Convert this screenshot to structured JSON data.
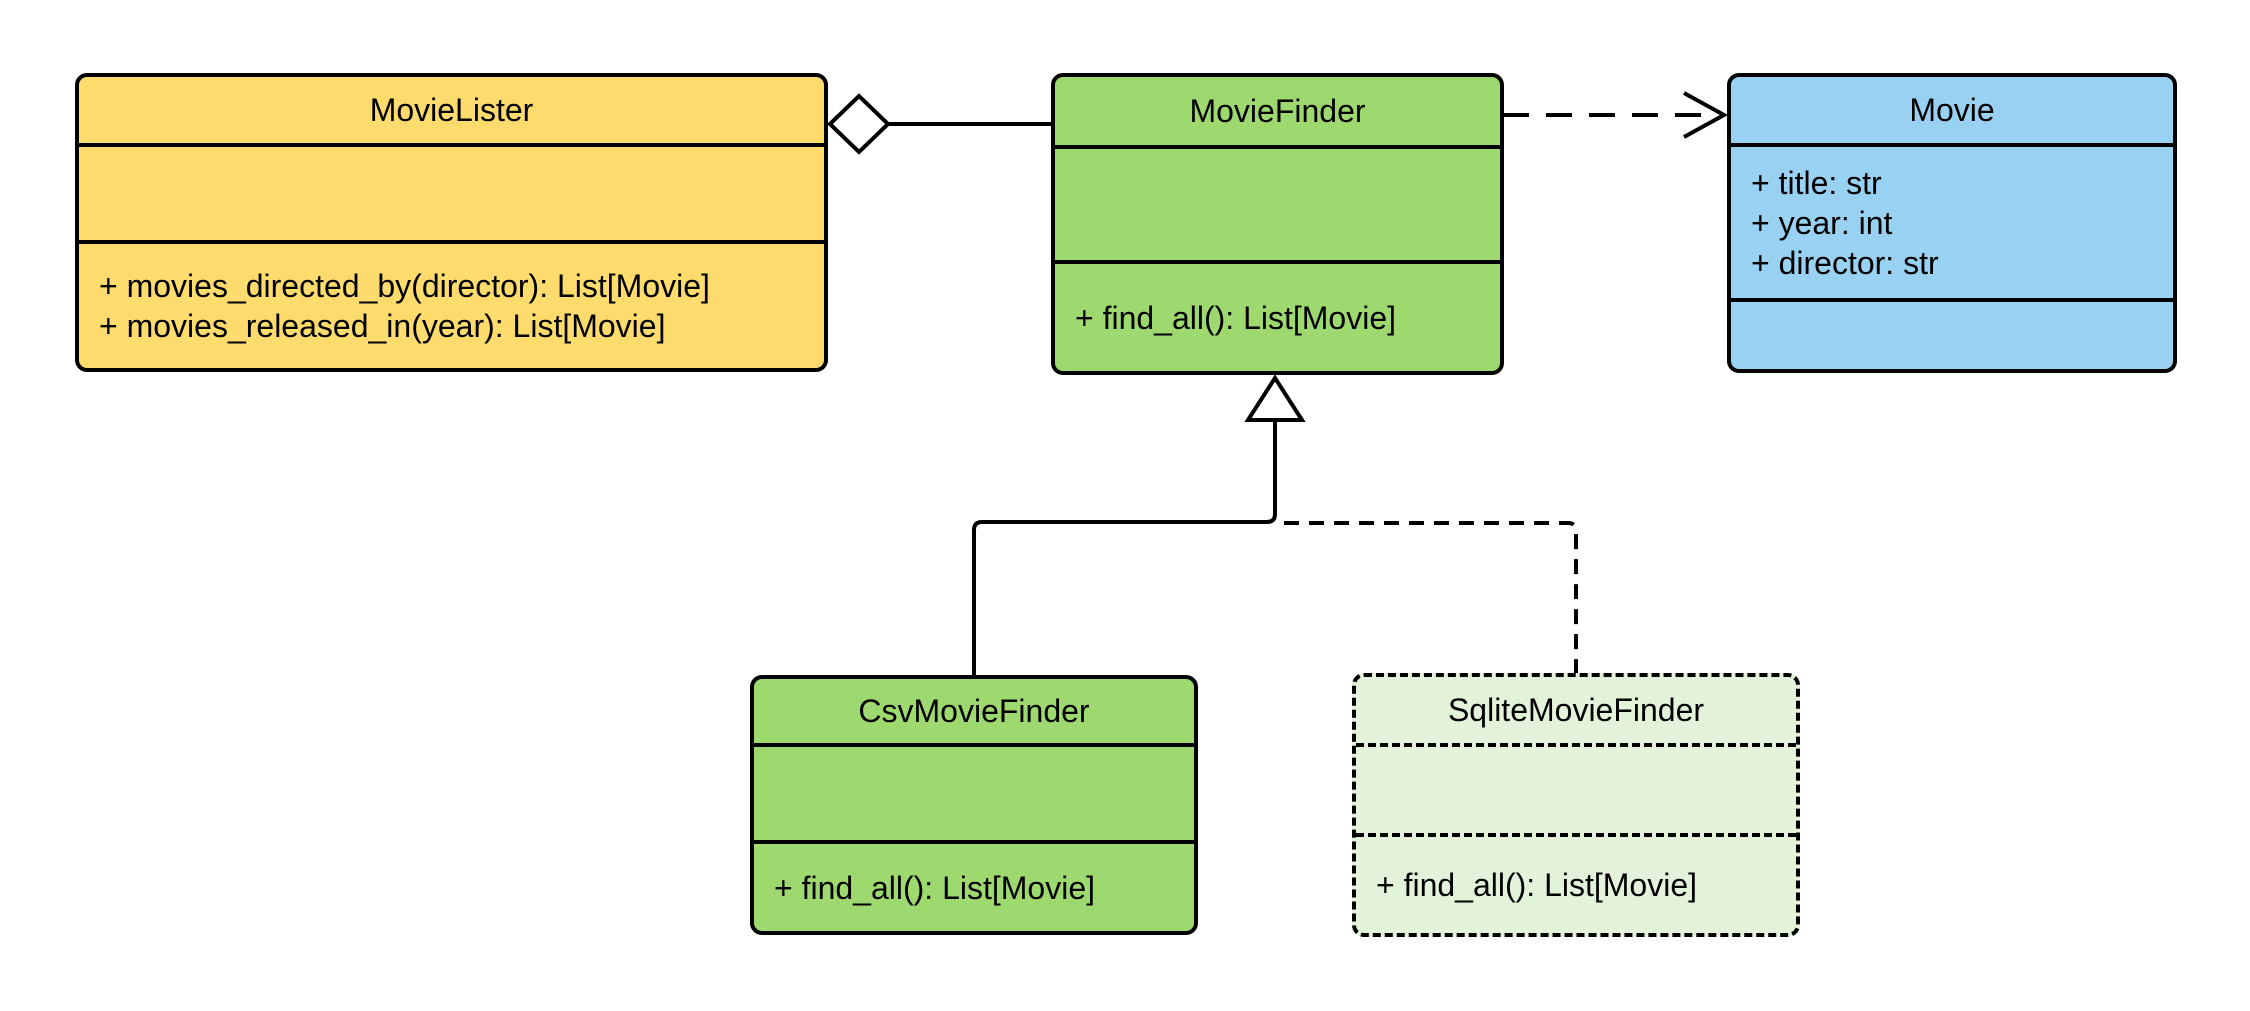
{
  "classes": [
    {
      "name": "MovieLister",
      "attributes": [],
      "methods": [
        "+ movies_directed_by(director): List[Movie]",
        "+ movies_released_in(year): List[Movie]"
      ],
      "fill": "#FDDB6D",
      "border_style": "solid"
    },
    {
      "name": "MovieFinder",
      "attributes": [],
      "methods": [
        "+ find_all(): List[Movie]"
      ],
      "fill": "#9ED96F",
      "border_style": "solid"
    },
    {
      "name": "Movie",
      "attributes": [
        "+ title: str",
        "+ year: int",
        "+ director: str"
      ],
      "methods": [],
      "fill": "#99D1F2",
      "border_style": "solid"
    },
    {
      "name": "CsvMovieFinder",
      "attributes": [],
      "methods": [
        "+ find_all(): List[Movie]"
      ],
      "fill": "#9ED96F",
      "border_style": "solid"
    },
    {
      "name": "SqliteMovieFinder",
      "attributes": [],
      "methods": [
        "+ find_all(): List[Movie]"
      ],
      "fill": "#E2F3D9",
      "border_style": "dashed"
    }
  ],
  "relationships": [
    {
      "type": "aggregation",
      "from": "MovieLister",
      "to": "MovieFinder",
      "line": "solid",
      "marker": "hollow-diamond"
    },
    {
      "type": "dependency",
      "from": "MovieFinder",
      "to": "Movie",
      "line": "dashed",
      "marker": "open-arrow"
    },
    {
      "type": "generalization",
      "from": "CsvMovieFinder",
      "to": "MovieFinder",
      "line": "solid",
      "marker": "hollow-triangle"
    },
    {
      "type": "generalization",
      "from": "SqliteMovieFinder",
      "to": "MovieFinder",
      "line": "dashed",
      "marker": "hollow-triangle"
    }
  ],
  "palette": {
    "line": "#000000",
    "background": "#FFFFFF",
    "marker_fill": "#FFFFFF",
    "yellow": "#FDDB6D",
    "green": "#9ED96F",
    "light_green": "#E2F3D9",
    "blue": "#99D1F2"
  }
}
